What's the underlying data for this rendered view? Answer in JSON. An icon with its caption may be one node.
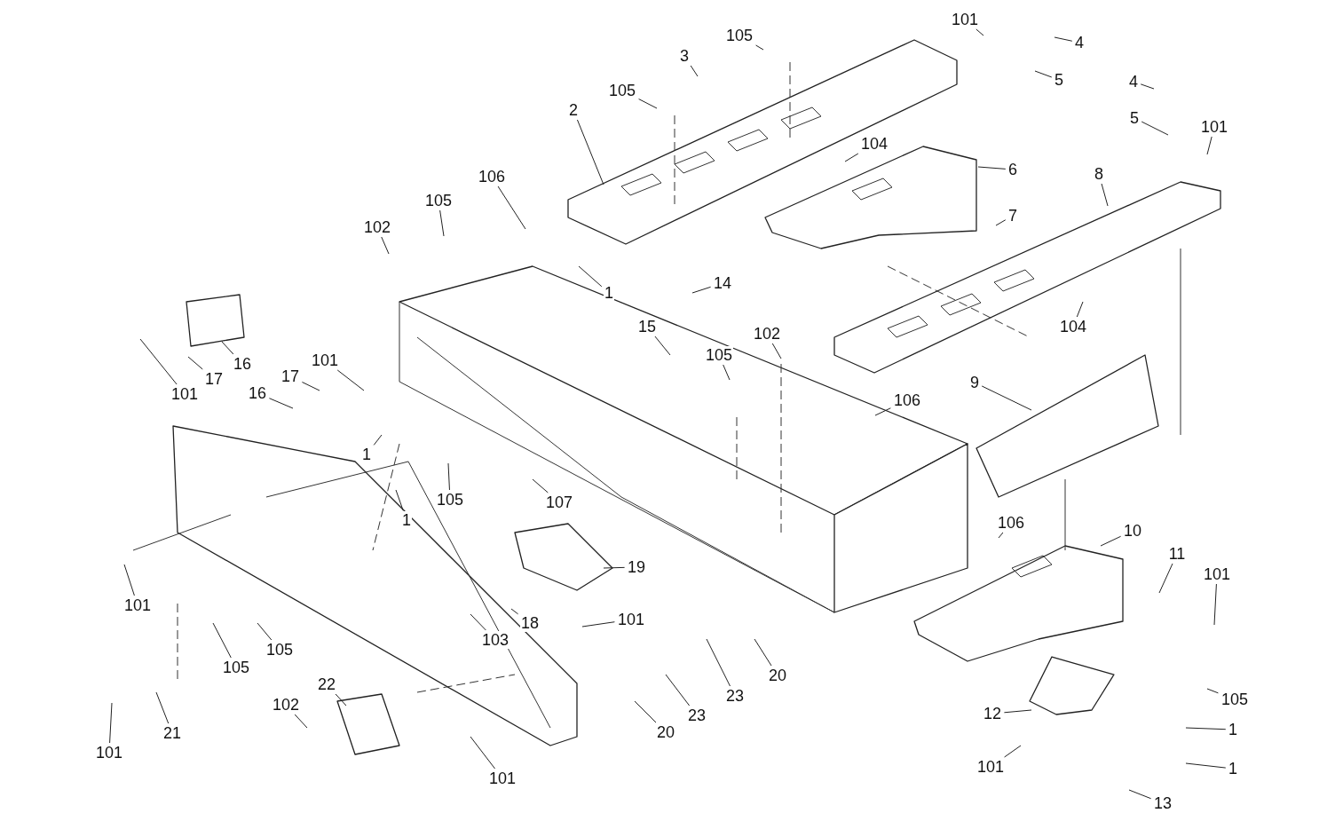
{
  "diagram": {
    "nodes": [
      {
        "text": [
          "101"
        ]
      },
      {
        "text": [
          "4"
        ]
      },
      {
        "text": [
          "105"
        ]
      },
      {
        "text": [
          "3"
        ]
      },
      {
        "text": [
          "5"
        ]
      },
      {
        "text": [
          "105"
        ]
      },
      {
        "text": [
          "4"
        ]
      },
      {
        "text": [
          "2"
        ]
      },
      {
        "text": [
          "5"
        ]
      },
      {
        "text": [
          "101"
        ]
      },
      {
        "text": [
          "104"
        ]
      },
      {
        "text": [
          "6"
        ]
      },
      {
        "text": [
          "106"
        ]
      },
      {
        "text": [
          "8"
        ]
      },
      {
        "text": [
          "105"
        ]
      },
      {
        "text": [
          "7"
        ]
      },
      {
        "text": [
          "102"
        ]
      },
      {
        "text": [
          "1"
        ]
      },
      {
        "text": [
          "14"
        ]
      },
      {
        "text": [
          "104"
        ]
      },
      {
        "text": [
          "15"
        ]
      },
      {
        "text": [
          "102"
        ]
      },
      {
        "text": [
          "105"
        ]
      },
      {
        "text": [
          "16"
        ]
      },
      {
        "text": [
          "17"
        ]
      },
      {
        "text": [
          "101"
        ]
      },
      {
        "text": [
          "101"
        ]
      },
      {
        "text": [
          "17"
        ]
      },
      {
        "text": [
          "9"
        ]
      },
      {
        "text": [
          "16"
        ]
      },
      {
        "text": [
          "106"
        ]
      },
      {
        "text": [
          "1"
        ]
      },
      {
        "text": [
          "105"
        ]
      },
      {
        "text": [
          "107"
        ]
      },
      {
        "text": [
          "1"
        ]
      },
      {
        "text": [
          "106"
        ]
      },
      {
        "text": [
          "10"
        ]
      },
      {
        "text": [
          "11"
        ]
      },
      {
        "text": [
          "19"
        ]
      },
      {
        "text": [
          "101"
        ]
      },
      {
        "text": [
          "101"
        ]
      },
      {
        "text": [
          "101"
        ]
      },
      {
        "text": [
          "18"
        ]
      },
      {
        "text": [
          "103"
        ]
      },
      {
        "text": [
          "105"
        ]
      },
      {
        "text": [
          "105"
        ]
      },
      {
        "text": [
          "20"
        ]
      },
      {
        "text": [
          "22"
        ]
      },
      {
        "text": [
          "23"
        ]
      },
      {
        "text": [
          "105"
        ]
      },
      {
        "text": [
          "12"
        ]
      },
      {
        "text": [
          "102"
        ]
      },
      {
        "text": [
          "23"
        ]
      },
      {
        "text": [
          "21"
        ]
      },
      {
        "text": [
          "20"
        ]
      },
      {
        "text": [
          "1"
        ]
      },
      {
        "text": [
          "101"
        ]
      },
      {
        "text": [
          "101"
        ]
      },
      {
        "text": [
          "1"
        ]
      },
      {
        "text": [
          "101"
        ]
      },
      {
        "text": [
          "13"
        ]
      }
    ],
    "edges": [
      {
        "from": 0,
        "to": null,
        "arrow": "none"
      },
      {
        "from": 1,
        "to": null,
        "arrow": "none"
      },
      {
        "from": 2,
        "to": null,
        "arrow": "none"
      },
      {
        "from": 3,
        "to": null,
        "arrow": "none"
      },
      {
        "from": 4,
        "to": null,
        "arrow": "none"
      },
      {
        "from": 5,
        "to": null,
        "arrow": "none"
      },
      {
        "from": 6,
        "to": null,
        "arrow": "none"
      },
      {
        "from": 7,
        "to": null,
        "arrow": "none"
      },
      {
        "from": 8,
        "to": null,
        "arrow": "none"
      },
      {
        "from": 9,
        "to": null,
        "arrow": "none"
      },
      {
        "from": 10,
        "to": null,
        "arrow": "none"
      },
      {
        "from": 11,
        "to": null,
        "arrow": "none"
      },
      {
        "from": 12,
        "to": null,
        "arrow": "none"
      },
      {
        "from": 13,
        "to": null,
        "arrow": "none"
      },
      {
        "from": 14,
        "to": null,
        "arrow": "none"
      },
      {
        "from": 15,
        "to": null,
        "arrow": "none"
      },
      {
        "from": 16,
        "to": null,
        "arrow": "none"
      },
      {
        "from": 17,
        "to": null,
        "arrow": "none"
      },
      {
        "from": 18,
        "to": null,
        "arrow": "none"
      },
      {
        "from": 19,
        "to": null,
        "arrow": "none"
      },
      {
        "from": 20,
        "to": null,
        "arrow": "none"
      },
      {
        "from": 21,
        "to": null,
        "arrow": "none"
      },
      {
        "from": 22,
        "to": null,
        "arrow": "none"
      },
      {
        "from": 23,
        "to": null,
        "arrow": "none"
      },
      {
        "from": 24,
        "to": null,
        "arrow": "none"
      },
      {
        "from": 25,
        "to": null,
        "arrow": "none"
      },
      {
        "from": 26,
        "to": null,
        "arrow": "none"
      },
      {
        "from": 27,
        "to": null,
        "arrow": "none"
      },
      {
        "from": 28,
        "to": null,
        "arrow": "none"
      },
      {
        "from": 29,
        "to": null,
        "arrow": "none"
      },
      {
        "from": 30,
        "to": null,
        "arrow": "none"
      },
      {
        "from": 31,
        "to": null,
        "arrow": "none"
      },
      {
        "from": 32,
        "to": null,
        "arrow": "none"
      },
      {
        "from": 33,
        "to": null,
        "arrow": "none"
      },
      {
        "from": 34,
        "to": null,
        "arrow": "none"
      },
      {
        "from": 35,
        "to": null,
        "arrow": "none"
      },
      {
        "from": 36,
        "to": null,
        "arrow": "none"
      },
      {
        "from": 37,
        "to": null,
        "arrow": "none"
      },
      {
        "from": 38,
        "to": null,
        "arrow": "none"
      },
      {
        "from": 39,
        "to": null,
        "arrow": "none"
      },
      {
        "from": 40,
        "to": null,
        "arrow": "none"
      },
      {
        "from": 41,
        "to": null,
        "arrow": "none"
      },
      {
        "from": 42,
        "to": null,
        "arrow": "none"
      },
      {
        "from": 43,
        "to": null,
        "arrow": "none"
      },
      {
        "from": 44,
        "to": null,
        "arrow": "none"
      },
      {
        "from": 45,
        "to": null,
        "arrow": "none"
      },
      {
        "from": 46,
        "to": null,
        "arrow": "none"
      },
      {
        "from": 47,
        "to": null,
        "arrow": "none"
      },
      {
        "from": 48,
        "to": null,
        "arrow": "none"
      },
      {
        "from": 49,
        "to": null,
        "arrow": "none"
      },
      {
        "from": 50,
        "to": null,
        "arrow": "none"
      },
      {
        "from": 51,
        "to": null,
        "arrow": "none"
      },
      {
        "from": 52,
        "to": null,
        "arrow": "none"
      },
      {
        "from": 53,
        "to": null,
        "arrow": "none"
      },
      {
        "from": 54,
        "to": null,
        "arrow": "none"
      },
      {
        "from": 55,
        "to": null,
        "arrow": "none"
      },
      {
        "from": 56,
        "to": null,
        "arrow": "none"
      },
      {
        "from": 57,
        "to": null,
        "arrow": "none"
      },
      {
        "from": 58,
        "to": null,
        "arrow": "none"
      },
      {
        "from": 59,
        "to": null,
        "arrow": "none"
      },
      {
        "from": 60,
        "to": null,
        "arrow": "none"
      }
    ]
  }
}
